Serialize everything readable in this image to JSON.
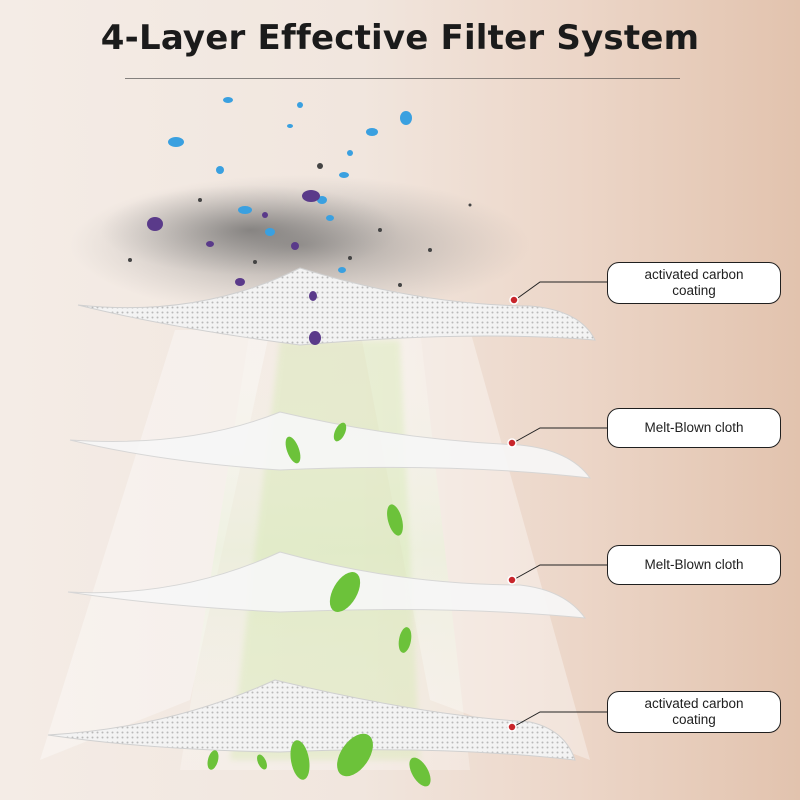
{
  "title": "4-Layer Effective Filter System",
  "layers": [
    {
      "label": "activated carbon\ncoating",
      "kind": "carbon"
    },
    {
      "label": "Melt-Blown cloth",
      "kind": "meltblown"
    },
    {
      "label": "Melt-Blown cloth",
      "kind": "meltblown"
    },
    {
      "label": "activated carbon\ncoating",
      "kind": "carbon"
    }
  ],
  "colors": {
    "pointer_dot": "#c8252b",
    "leaf_green": "#6cc23a",
    "particle_blue": "#3aa0e0",
    "particle_purple": "#5a3a8a"
  }
}
